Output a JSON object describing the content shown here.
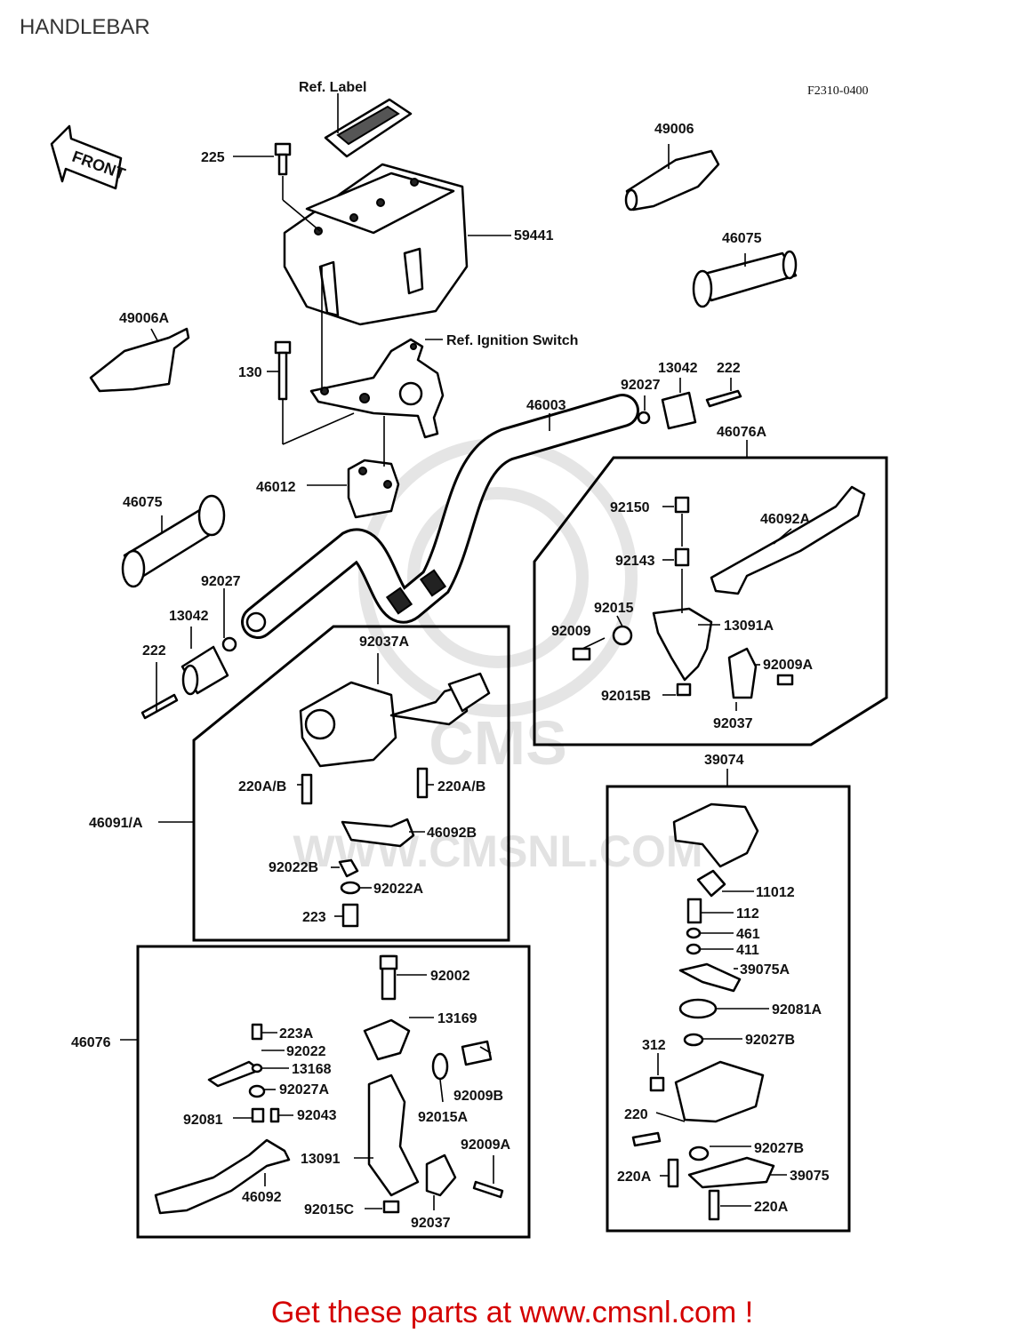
{
  "page": {
    "title": "HANDLEBAR",
    "diagram_code": "F2310-0400",
    "footer": "Get these parts at www.cmsnl.com !",
    "footer_color": "#d40000"
  },
  "watermark": {
    "line1": "CMS",
    "line2": "WWW.CMSNL.COM"
  },
  "orientation": {
    "label": "FRONT",
    "icon": "arrow-front-icon"
  },
  "refs": {
    "label": "Ref. Label",
    "ignition_switch": "Ref. Ignition Switch"
  },
  "parts": {
    "p225": "225",
    "p49006": "49006",
    "p59441": "59441",
    "p46075_right": "46075",
    "p49006A": "49006A",
    "p130": "130",
    "p13042_right": "13042",
    "p222_right": "222",
    "p92027_right": "92027",
    "p46003": "46003",
    "p46076A": "46076A",
    "p46012": "46012",
    "p46075_left": "46075",
    "p92150": "92150",
    "p46092A": "46092A",
    "p92143": "92143",
    "p92027_left": "92027",
    "p13042_left": "13042",
    "p222_left": "222",
    "p92015": "92015",
    "p92009": "92009",
    "p13091A": "13091A",
    "p92009A_top": "92009A",
    "p92015B": "92015B",
    "p92037_top": "92037",
    "p92037A": "92037A",
    "p39074": "39074",
    "p220AB_left": "220A/B",
    "p220AB_right": "220A/B",
    "p46091A": "46091/A",
    "p46092B": "46092B",
    "p92022B": "92022B",
    "p92022A": "92022A",
    "p223": "223",
    "p11012": "11012",
    "p112": "112",
    "p461": "461",
    "p411": "411",
    "p39075A": "39075A",
    "p92081A": "92081A",
    "p92027B_top": "92027B",
    "p312": "312",
    "p220": "220",
    "p92027B_bottom": "92027B",
    "p220A_left": "220A",
    "p39075": "39075",
    "p220A_bottom": "220A",
    "p92002": "92002",
    "p13169": "13169",
    "p46076": "46076",
    "p223A": "223A",
    "p92022": "92022",
    "p13168": "13168",
    "p92027A": "92027A",
    "p92009B": "92009B",
    "p92081": "92081",
    "p92043": "92043",
    "p92015A": "92015A",
    "p92009A_bottom": "92009A",
    "p13091": "13091",
    "p46092": "46092",
    "p92015C": "92015C",
    "p92037_bottom": "92037"
  }
}
